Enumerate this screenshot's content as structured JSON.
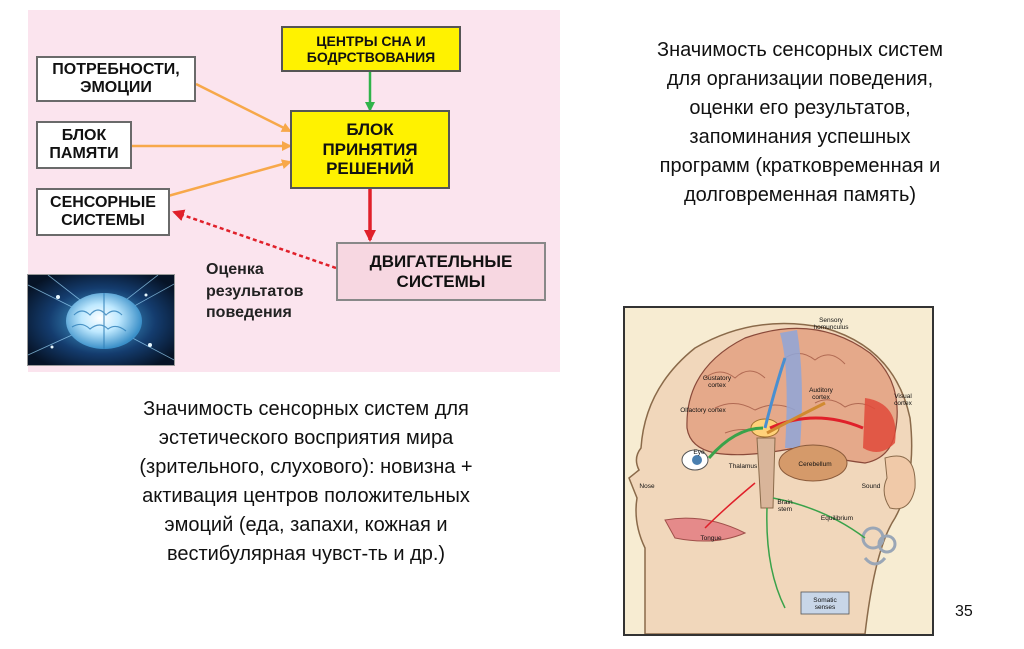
{
  "flowchart": {
    "boxes": {
      "needs": "ПОТРЕБНОСТИ,\nЭМОЦИИ",
      "memory": "БЛОК\nПАМЯТИ",
      "sensory": "СЕНСОРНЫЕ\nСИСТЕМЫ",
      "sleep": "ЦЕНТРЫ СНА И\nБОДРСТВОВАНИЯ",
      "decision": "БЛОК\nПРИНЯТИЯ\nРЕШЕНИЙ",
      "motor": "ДВИГАТЕЛЬНЫЕ\nСИСТЕМЫ"
    },
    "evaluation_label": "Оценка\nрезультатов\nповедения",
    "colors": {
      "panel": "#fbe4ee",
      "orange_arrow": "#f7a84a",
      "green_arrow": "#2fb34a",
      "red_arrow": "#e0202a",
      "yellow_box": "#fff200"
    }
  },
  "right_text": "Значимость сенсорных систем\nдля организации поведения,\nоценки его результатов,\nзапоминания успешных\nпрограмм (кратковременная и\nдолговременная память)",
  "bottom_text": "Значимость сенсорных систем для\nэстетического восприятия мира\n(зрительного, слухового): новизна +\nактивация центров положительных\nэмоций (еда, запахи, кожная и\nвестибулярная чувст-ть и др.)",
  "brain_figure": {
    "labels": {
      "sensory_homunculus": "Sensory\nhomunculus",
      "gustatory_cortex": "Gustatory\ncortex",
      "auditory_cortex": "Auditory\ncortex",
      "olfactory_cortex": "Olfactory cortex",
      "visual_cortex": "Visual\ncortex",
      "eye": "Eye",
      "thalamus": "Thalamus",
      "cerebellum": "Cerebellum",
      "nose": "Nose",
      "sound": "Sound",
      "brain_stem": "Brain\nstem",
      "equilibrium": "Equilibrium",
      "tongue": "Tongue",
      "somatic_senses": "Somatic\nsenses"
    }
  },
  "page_number": "35"
}
